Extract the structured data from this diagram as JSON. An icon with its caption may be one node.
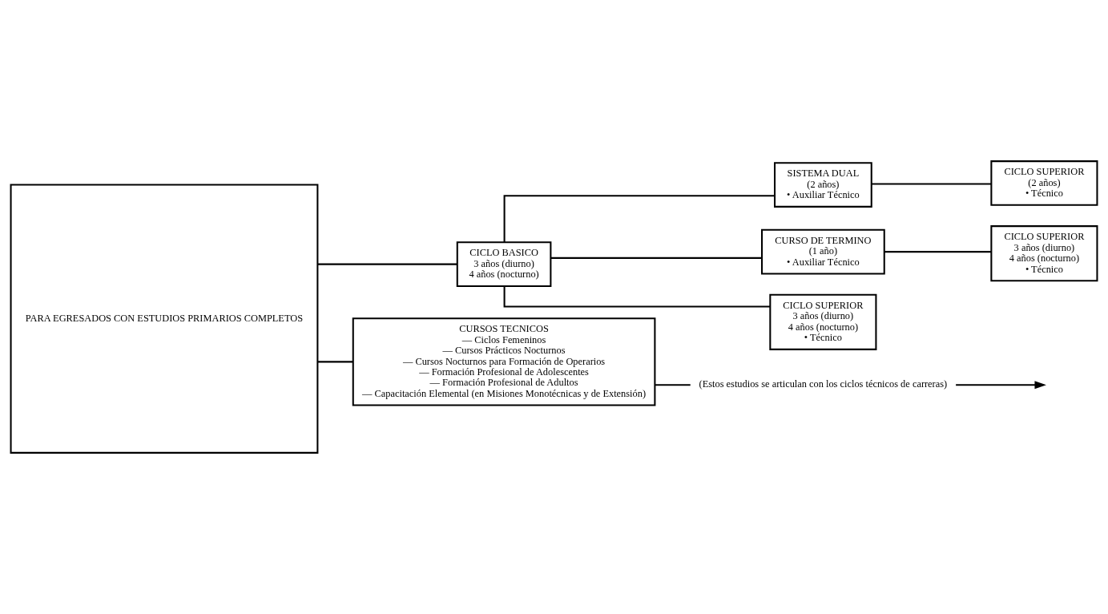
{
  "diagram": {
    "nodes": [
      {
        "text": [
          "PARA EGRESADOS CON ESTUDIOS PRIMARIOS COMPLETOS"
        ]
      },
      {
        "text": [
          "CICLO BASICO",
          "3 años (diurno)",
          "4 años (nocturno)"
        ]
      },
      {
        "text": [
          "CURSOS TECNICOS",
          "— Ciclos Femeninos",
          "— Cursos Prácticos Nocturnos",
          "— Cursos Nocturnos para Formación de Operarios",
          "— Formación Profesional de Adolescentes",
          "— Formación Profesional de Adultos",
          "— Capacitación Elemental (en Misiones Monotécnicas y de Extensión)"
        ]
      },
      {
        "text": [
          "SISTEMA DUAL",
          "(2 años)",
          "• Auxiliar Técnico"
        ]
      },
      {
        "text": [
          "CICLO SUPERIOR",
          "(2 años)",
          "• Técnico"
        ]
      },
      {
        "text": [
          "CURSO DE TERMINO",
          "(1 año)",
          "• Auxiliar Técnico"
        ]
      },
      {
        "text": [
          "CICLO SUPERIOR",
          "3 años (diurno)",
          "4 años (nocturno)",
          "• Técnico"
        ]
      },
      {
        "text": [
          "CICLO SUPERIOR",
          "3 años (diurno)",
          "4 años (nocturno)",
          "• Técnico"
        ]
      },
      {
        "text": [
          "(Estos estudios se articulan con los ciclos técnicos de carreras)"
        ]
      }
    ],
    "edges": [
      {
        "from": 0,
        "to": 1,
        "arrow": "none"
      },
      {
        "from": 0,
        "to": 2,
        "arrow": "none"
      },
      {
        "from": 1,
        "to": 3,
        "arrow": "none"
      },
      {
        "from": 1,
        "to": 5,
        "arrow": "none"
      },
      {
        "from": 1,
        "to": 7,
        "arrow": "none"
      },
      {
        "from": 3,
        "to": 4,
        "arrow": "none"
      },
      {
        "from": 5,
        "to": 6,
        "arrow": "none"
      },
      {
        "from": 2,
        "to": 8,
        "arrow": "none"
      },
      {
        "from": 8,
        "to": null,
        "arrow": "to"
      }
    ]
  }
}
